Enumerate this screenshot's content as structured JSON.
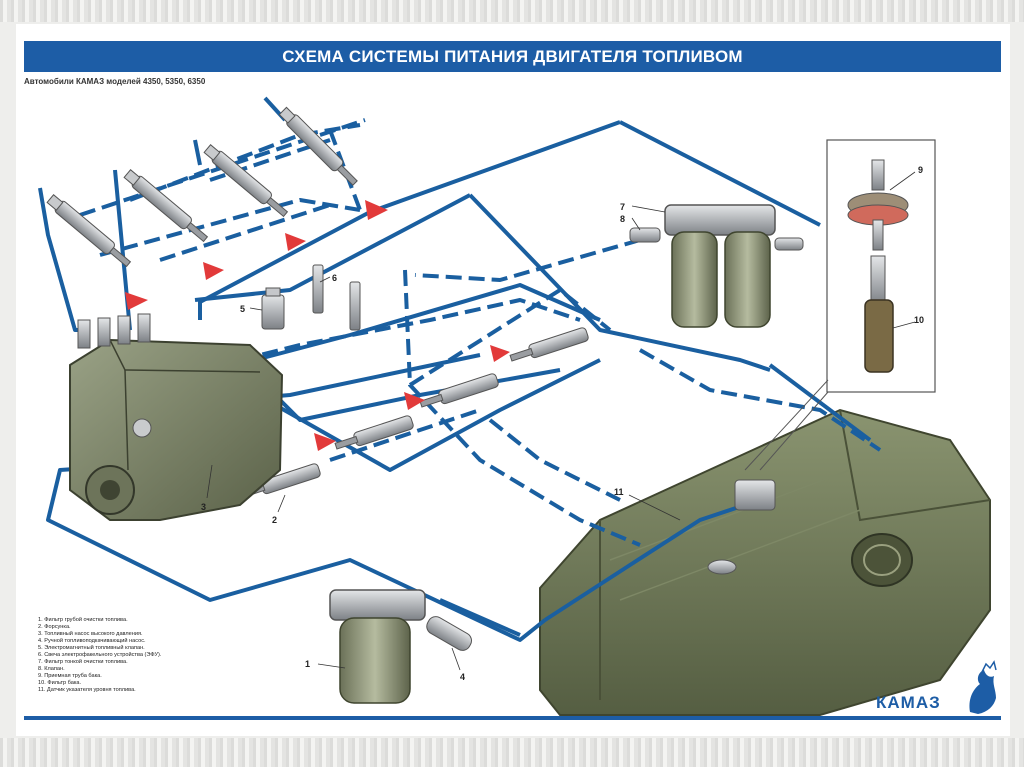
{
  "header": {
    "title": "СХЕМА СИСТЕМЫ ПИТАНИЯ ДВИГАТЕЛЯ ТОПЛИВОМ",
    "subtitle": "Автомобили КАМАЗ моделей 4350, 5350, 6350"
  },
  "callouts": [
    "1",
    "2",
    "3",
    "4",
    "5",
    "6",
    "7",
    "8",
    "9",
    "10",
    "11"
  ],
  "legend": [
    "1. Фильтр грубой очистки топлива.",
    "2. Форсунка.",
    "3. Топливный насос высокого давления.",
    "4. Ручной топливоподкачивающий насос.",
    "5. Электромагнитный топливный клапан.",
    "6. Свеча электрофакельного устройства (ЭФУ).",
    "7. Фильтр тонкой очистки топлива.",
    "8. Клапан.",
    "9. Приемная труба бака.",
    "10. Фильтр бака.",
    "11. Датчик указателя уровня топлива."
  ],
  "brand": {
    "logo_text": "КАМАЗ"
  },
  "colors": {
    "fuel_line": "#1a5fa0",
    "title_bar": "#1d5da6",
    "tank": "#6f7a5a",
    "injector_metal": "#b9bcc0",
    "marker": "#e23a3a"
  }
}
